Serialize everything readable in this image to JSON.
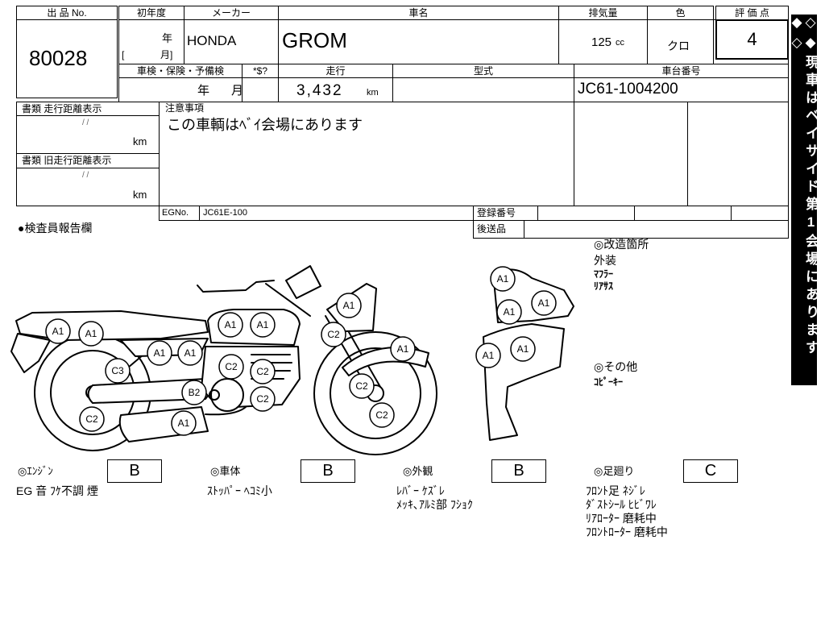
{
  "form": {
    "lot_no_label": "出 品 No.",
    "first_reg_label": "初年度",
    "maker_label": "メーカー",
    "model_label": "車名",
    "displacement_label": "排気量",
    "color_label": "色",
    "score_label": "評 価 点",
    "inspection_label": "車検・保険・予備検",
    "flags_label": "*$?",
    "mileage_label": "走行",
    "type_label": "型式",
    "frame_no_label": "車台番号",
    "doc_mileage_label": "書類 走行距離表示",
    "doc_old_mileage_label": "書類 旧走行距離表示",
    "notes_label": "注意事項",
    "engine_no_label": "EGNo.",
    "reg_no_label": "登録番号",
    "deferred_items_label": "後送品"
  },
  "vehicle": {
    "lot_no": "80028",
    "first_reg_year_unit": "年",
    "first_reg_month_open": "[",
    "first_reg_month_unit": "月]",
    "maker": "HONDA",
    "model": "GROM",
    "displacement": "125",
    "displacement_unit": "cc",
    "color": "クロ",
    "score": "4",
    "inspection_year_unit": "年",
    "inspection_month_unit": "月",
    "mileage": "3,432",
    "mileage_unit": "km",
    "frame_no": "JC61-1004200",
    "engine_no": "JC61E-100"
  },
  "documents": {
    "mileage_date": "/ /",
    "mileage_unit": "km",
    "old_mileage_date": "/ /",
    "old_mileage_unit": "km"
  },
  "notes_text": "この車輌はﾍﾞｲ会場にあります",
  "report_label": "●検査員報告欄",
  "side_banner": "◇◆現車はベイサイド第1会場にあります◆◇",
  "diagram_marks": [
    "A1",
    "A1",
    "A1",
    "A1",
    "A1",
    "C2",
    "A1",
    "A1",
    "A1",
    "C3",
    "C2",
    "C2",
    "B2",
    "C2",
    "C2",
    "C2",
    "C2",
    "A1",
    "A1",
    "A1",
    "A1",
    "A1",
    "A1"
  ],
  "modifications": {
    "label": "◎改造箇所",
    "items": [
      "外装",
      "ﾏﾌﾗｰ",
      "ﾘｱｻｽ"
    ]
  },
  "other": {
    "label": "◎その他",
    "items": [
      "ｺﾋﾟｰｷｰ"
    ]
  },
  "ratings": [
    {
      "label": "◎ｴﾝｼﾞﾝ",
      "grade": "B",
      "notes": [
        "EG 音 ﾌｹ不調 煙"
      ]
    },
    {
      "label": "◎車体",
      "grade": "B",
      "notes": [
        "ｽﾄｯﾊﾟｰ ﾍｺﾐ小"
      ]
    },
    {
      "label": "◎外観",
      "grade": "B",
      "notes": [
        "ﾚﾊﾞｰ ｹｽﾞﾚ",
        "ﾒｯｷ､ｱﾙﾐ部 ﾌｼｮｸ"
      ]
    },
    {
      "label": "◎足廻り",
      "grade": "C",
      "notes": [
        "ﾌﾛﾝﾄ足 ﾈｼﾞﾚ",
        "ﾀﾞｽﾄｼｰﾙ ﾋﾋﾞﾜﾚ",
        "ﾘｱﾛｰﾀｰ 磨耗中",
        "ﾌﾛﾝﾄﾛｰﾀｰ 磨耗中"
      ]
    }
  ]
}
